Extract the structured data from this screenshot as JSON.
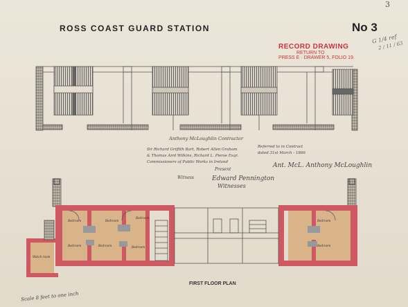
{
  "title": "ROSS  COAST GUARD STATION",
  "sheet_number": "No 3",
  "corner_number": "3",
  "pencil_notes": [
    "G 1/4 ref",
    "2 / 11 / 63"
  ],
  "stamp": {
    "line1": "RECORD DRAWING",
    "line2": "RETURN TO",
    "line3": "PRESS E · DRAWER 5, FOLIO 19."
  },
  "handwriting": {
    "signature_heading": "Anthony McLoughlin   Contractor",
    "witness_line1": "Sir Richard Griffith Bart. Robert Allen Graham",
    "witness_line2": "& Thomas Aird Wilkins, Richard L. Pierse Esqr.",
    "witness_line3": "Commissioners of Public Works in Ireland",
    "referred_line1": "Referred to in Contract",
    "referred_line2": "dated 31st March - 1866",
    "signature_right": "Ant. McL. Anthony McLoughlin",
    "present": "Present",
    "witness_label": "Witness",
    "witness_name": "Edward Pennington",
    "witness_sub": "Witnesses"
  },
  "plan_label": "FIRST FLOOR PLAN",
  "scale_note": "Scale 8 feet to one inch",
  "room_labels": [
    "Bedroom",
    "Bedroom",
    "Bedroom",
    "Bedroom",
    "Bedroom",
    "Bedroom",
    "Bedroom",
    "Bedroom",
    "Watch room"
  ],
  "colors": {
    "wall_red": "#cf5963",
    "room_wash": "#d9b48a",
    "ink": "#3b3b3b",
    "stamp_red": "#c8343d",
    "paper": "#e9e3d6"
  }
}
